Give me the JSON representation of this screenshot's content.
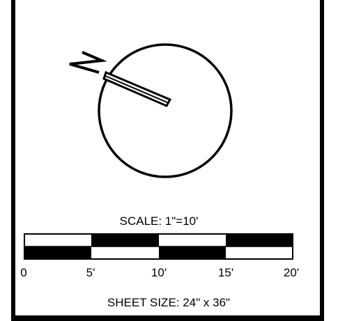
{
  "title_block": {
    "north_arrow": {
      "label": "N",
      "icon": "north-arrow-icon"
    },
    "scale_label": "SCALE: 1\"=10'",
    "scale_bar": {
      "ticks": [
        "0",
        "5'",
        "10'",
        "15'",
        "20'"
      ],
      "segments": 4
    },
    "sheet_size_label": "SHEET SIZE: 24\" x 36\""
  },
  "colors": {
    "line": "#000000",
    "paper": "#ffffff"
  }
}
